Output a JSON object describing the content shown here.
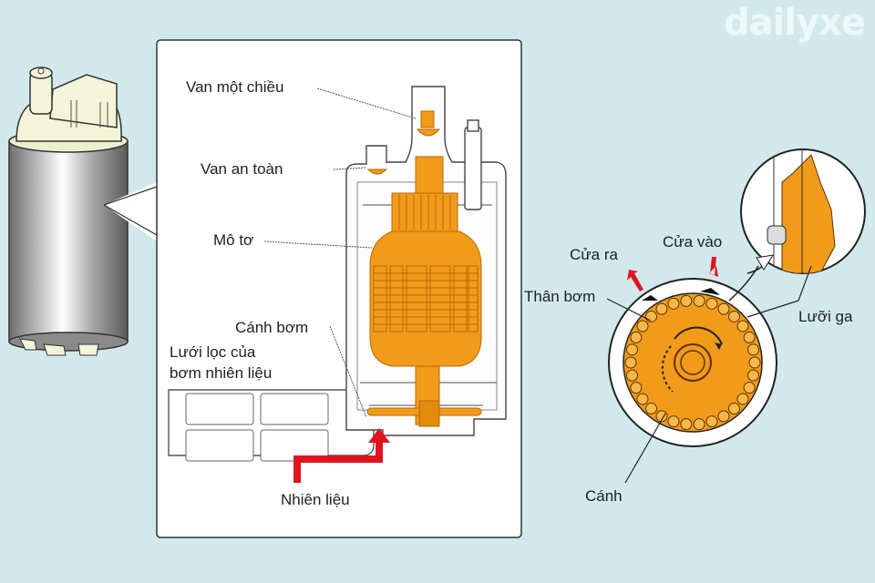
{
  "watermark": "dailyxe",
  "pump_diagram": {
    "labels": {
      "check_valve": "Van một chiều",
      "relief_valve": "Van an toàn",
      "motor": "Mô tơ",
      "impeller": "Cánh bơm",
      "filter_line1": "Lưới lọc của",
      "filter_line2": "bơm nhiên liệu",
      "fuel": "Nhiên liệu"
    }
  },
  "impeller_detail": {
    "labels": {
      "outlet": "Cửa ra",
      "inlet": "Cửa vào",
      "pump_body": "Thân bơm",
      "blade_groove": "Lưỡi ga",
      "blade": "Cánh"
    }
  },
  "colors": {
    "background": "#d2e9ec",
    "orange": "#f29a1a",
    "red_arrow": "#e0141e",
    "panel": "#ffffff"
  }
}
